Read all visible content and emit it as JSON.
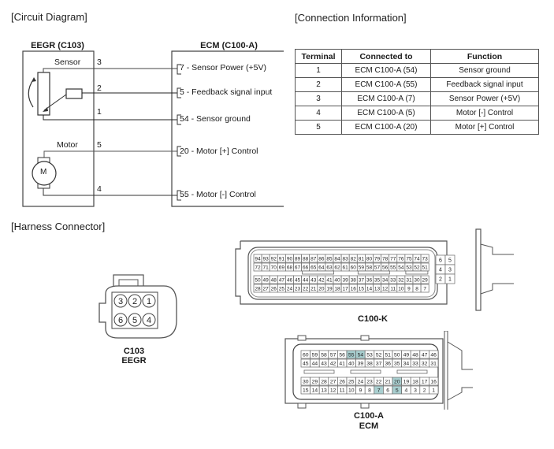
{
  "sections": {
    "circuit_title": "[Circuit Diagram]",
    "connection_title": "[Connection Information]",
    "harness_title": "[Harness Connector]"
  },
  "circuit": {
    "eegr_label": "EEGR (C103)",
    "ecm_label": "ECM (C100-A)",
    "sensor_label": "Sensor",
    "motor_label": "Motor",
    "motor_symbol": "M",
    "wires": [
      {
        "eegr_pin": "3",
        "ecm_text": "7 - Sensor Power  (+5V)"
      },
      {
        "eegr_pin": "2",
        "ecm_text": "5 - Feedback signal input"
      },
      {
        "eegr_pin": "1",
        "ecm_text": "54 - Sensor ground"
      },
      {
        "eegr_pin": "5",
        "ecm_text": "20 - Motor [+] Control"
      },
      {
        "eegr_pin": "4",
        "ecm_text": "55 - Motor [-] Control"
      }
    ]
  },
  "connection_table": {
    "headers": [
      "Terminal",
      "Connected to",
      "Function"
    ],
    "rows": [
      [
        "1",
        "ECM C100-A (54)",
        "Sensor ground"
      ],
      [
        "2",
        "ECM C100-A (55)",
        "Feedback signal input"
      ],
      [
        "3",
        "ECM C100-A (7)",
        "Sensor Power  (+5V)"
      ],
      [
        "4",
        "ECM C100-A (5)",
        "Motor [-] Control"
      ],
      [
        "5",
        "ECM C100-A (20)",
        "Motor [+] Control"
      ]
    ]
  },
  "connectors": {
    "c103": {
      "label1": "C103",
      "label2": "EEGR",
      "pins_top": [
        "3",
        "2",
        "1"
      ],
      "pins_bottom": [
        "6",
        "5",
        "4"
      ]
    },
    "c100k": {
      "label": "C100-K",
      "row1": [
        "94",
        "93",
        "92",
        "91",
        "90",
        "89",
        "88",
        "87",
        "86",
        "85",
        "84",
        "83",
        "82",
        "81",
        "80",
        "79",
        "78",
        "77",
        "76",
        "75",
        "74",
        "73"
      ],
      "row2": [
        "72",
        "71",
        "70",
        "69",
        "68",
        "67",
        "66",
        "65",
        "64",
        "63",
        "62",
        "61",
        "60",
        "59",
        "58",
        "57",
        "56",
        "55",
        "54",
        "53",
        "52",
        "51"
      ],
      "row3": [
        "50",
        "49",
        "48",
        "47",
        "46",
        "45",
        "44",
        "43",
        "42",
        "41",
        "40",
        "39",
        "38",
        "37",
        "36",
        "35",
        "34",
        "33",
        "32",
        "31",
        "30",
        "29"
      ],
      "row4": [
        "28",
        "27",
        "26",
        "25",
        "24",
        "23",
        "22",
        "21",
        "20",
        "19",
        "18",
        "17",
        "16",
        "15",
        "14",
        "13",
        "12",
        "11",
        "10",
        "9",
        "8",
        "7"
      ],
      "side": [
        [
          "6",
          "5"
        ],
        [
          "4",
          "3"
        ],
        [
          "2",
          "1"
        ]
      ]
    },
    "c100a": {
      "label1": "C100-A",
      "label2": "ECM",
      "row1": [
        "60",
        "59",
        "58",
        "57",
        "56",
        "55",
        "54",
        "53",
        "52",
        "51",
        "50",
        "49",
        "48",
        "47",
        "46"
      ],
      "row2": [
        "45",
        "44",
        "43",
        "42",
        "41",
        "40",
        "39",
        "38",
        "37",
        "36",
        "35",
        "34",
        "33",
        "32",
        "31"
      ],
      "row3": [
        "30",
        "29",
        "28",
        "27",
        "26",
        "25",
        "24",
        "23",
        "22",
        "21",
        "20",
        "19",
        "18",
        "17",
        "16"
      ],
      "row4": [
        "15",
        "14",
        "13",
        "12",
        "11",
        "10",
        "9",
        "8",
        "7",
        "6",
        "5",
        "4",
        "3",
        "2",
        "1"
      ],
      "highlighted": [
        "55",
        "54",
        "20",
        "7",
        "5"
      ],
      "highlight_color": "#a9cfd0"
    }
  }
}
